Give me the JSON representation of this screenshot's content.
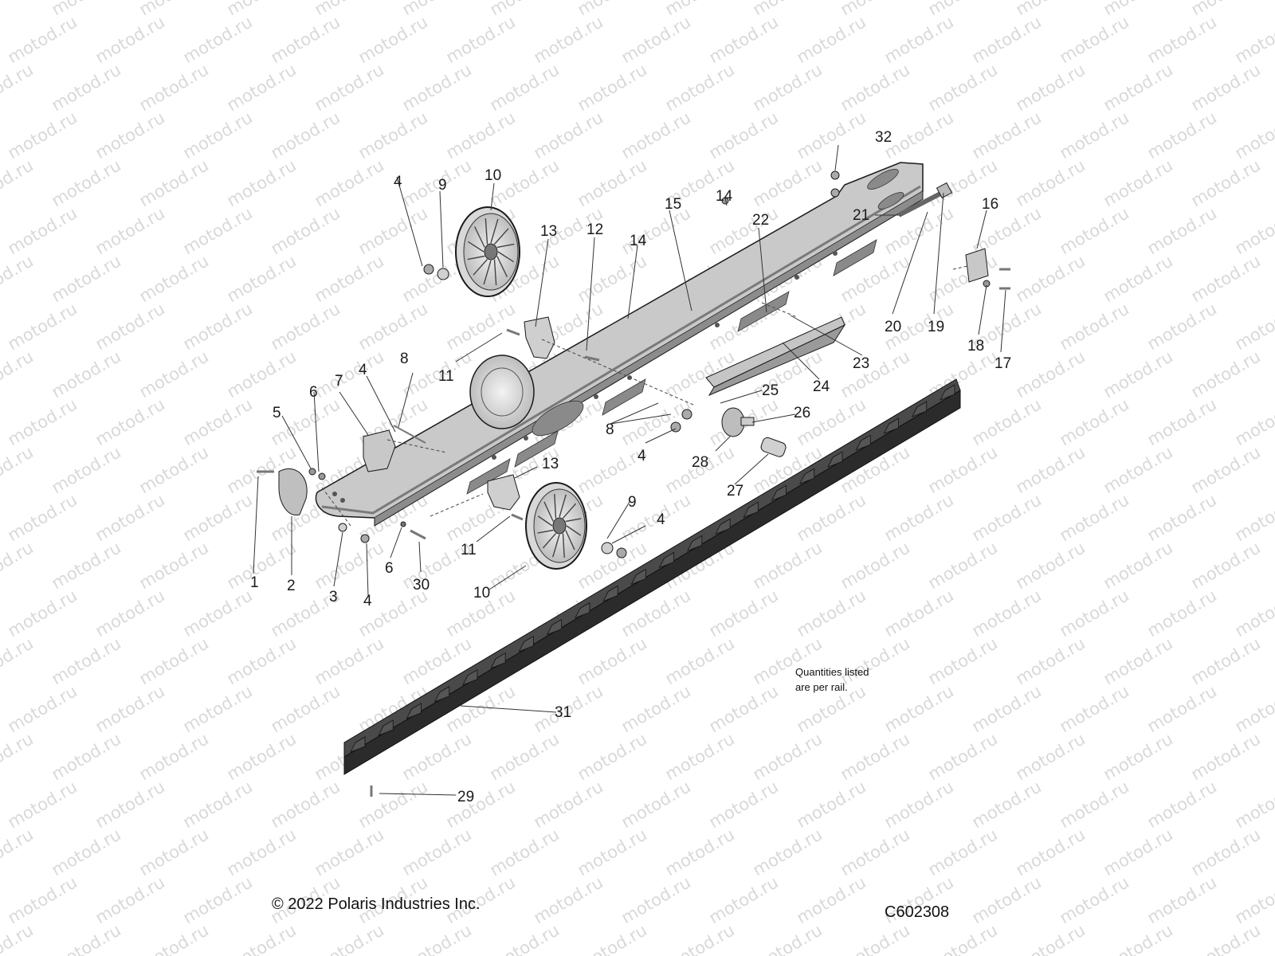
{
  "watermark": "motod.ru",
  "callouts": {
    "1": "1",
    "2": "2",
    "3": "3",
    "4": "4",
    "5": "5",
    "6": "6",
    "7": "7",
    "8": "8",
    "9": "9",
    "10": "10",
    "11": "11",
    "12": "12",
    "13": "13",
    "14": "14",
    "15": "15",
    "16": "16",
    "17": "17",
    "18": "18",
    "19": "19",
    "20": "20",
    "21": "21",
    "22": "22",
    "23": "23",
    "24": "24",
    "25": "25",
    "26": "26",
    "27": "27",
    "28": "28",
    "29": "29",
    "30": "30",
    "31": "31",
    "32": "32"
  },
  "note": {
    "line1": "Quantities listed",
    "line2": "are per rail."
  },
  "copyright": "© 2022 Polaris Industries Inc.",
  "drawing_code": "C602308",
  "colors": {
    "rail_fill": "#c9c9c9",
    "rail_dark": "#7a7a7a",
    "wear_strip": "#2b2b2b",
    "line": "#1a1a1a"
  }
}
